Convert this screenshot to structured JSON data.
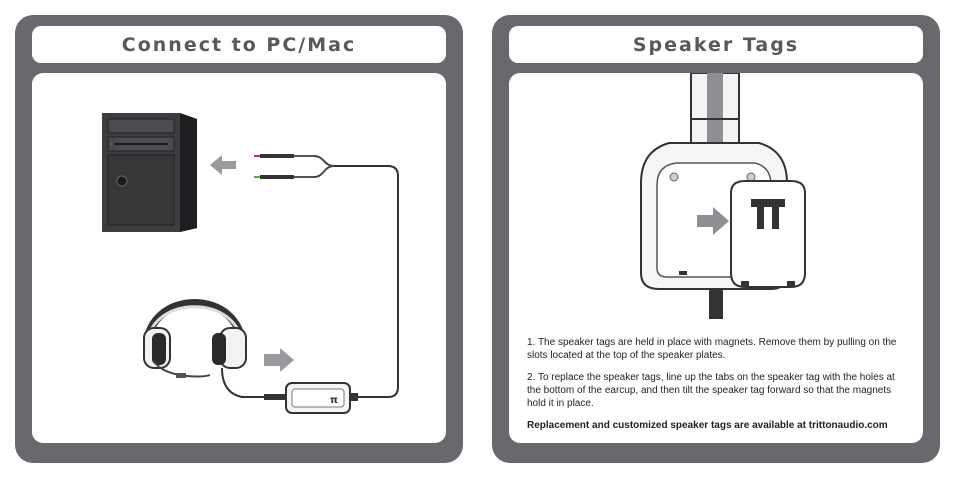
{
  "left_panel": {
    "title": "Connect to PC/Mac"
  },
  "right_panel": {
    "title": "Speaker Tags",
    "step1": "1. The speaker tags are held in place with magnets.  Remove them by pulling on the slots located at the top of the speaker plates.",
    "step2": "2. To replace the speaker tags, line up the tabs on the speaker tag with the holes at the bottom of the earcup, and then tilt the speaker tag forward so that the magnets hold it in place.",
    "note": "Replacement and customized speaker tags are available at trittonaudio.com"
  }
}
